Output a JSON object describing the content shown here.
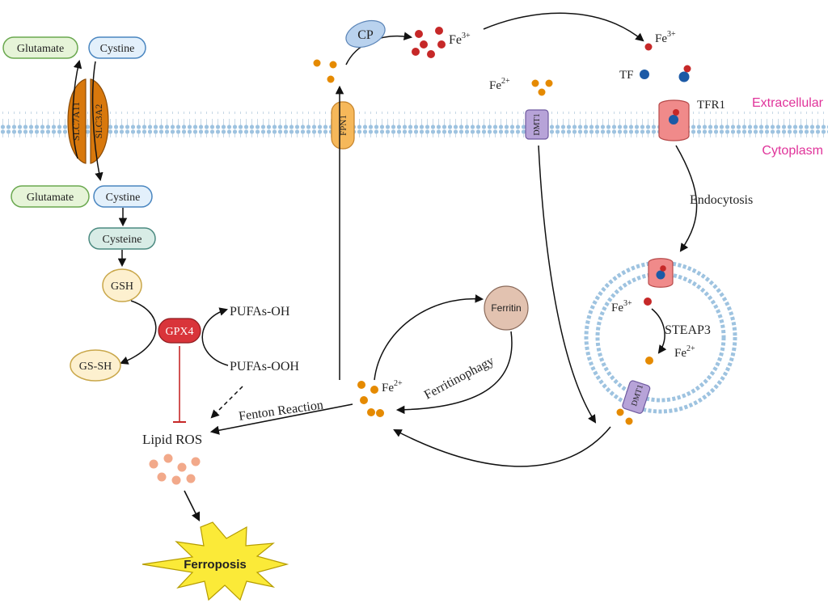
{
  "membrane": {
    "extracellular_label": "Extracellular",
    "cytoplasm_label": "Cytoplasm",
    "label_color": "#e0339a"
  },
  "transporter": {
    "glutamate_out": "Glutamate",
    "cystine_out": "Cystine",
    "slc7a11": "SLC7A11",
    "slc3a2": "SLC3A2",
    "glutamate_in": "Glutamate",
    "cystine_in": "Cystine",
    "cysteine": "Cysteine",
    "gsh": "GSH",
    "gpx4": "GPX4",
    "gs_sh": "GS-SH",
    "pufas_oh": "PUFAs-OH",
    "pufas_ooh": "PUFAs-OOH",
    "lipid_ros": "Lipid ROS",
    "ferroptosis": "Ferroposis"
  },
  "iron": {
    "cp": "CP",
    "fpn1": "FPN1",
    "dmt1_membrane": "DMT1",
    "dmt1_endosome": "DMT1",
    "fe_base": "Fe",
    "fe3_sup": "3+",
    "fe2_sup": "2+",
    "tf": "TF",
    "tfr1": "TFR1",
    "endocytosis": "Endocytosis",
    "steap3": "STEAP3",
    "ferritin": "Ferritin",
    "ferritinophagy": "Ferritinophagy",
    "fenton": "Fenton Reaction"
  },
  "colors": {
    "glutamate_fill": "#e6f4d8",
    "glutamate_stroke": "#6aa84f",
    "cystine_fill": "#e3f0fb",
    "cystine_stroke": "#4a86c0",
    "cysteine_fill": "#d8ece6",
    "cysteine_stroke": "#4b8a80",
    "gsh_fill": "#fdf0cf",
    "gsh_stroke": "#c9a74a",
    "gpx4_fill": "#d9343a",
    "transporter_fill": "#d8780c",
    "fpn1_fill": "#f6b85a",
    "dmt1_fill": "#b7a3d8",
    "tfr1_fill": "#f08a8a",
    "ferritin_fill": "#e2c2b0",
    "fe2_dot": "#e58a00",
    "fe3_dot": "#c62828",
    "tf_dot": "#1c5aa6",
    "ros_dot": "#f2a98a",
    "ferroptosis_fill": "#fbea38",
    "inhibit_red": "#c62828",
    "membrane_head": "#9ec3e0"
  }
}
